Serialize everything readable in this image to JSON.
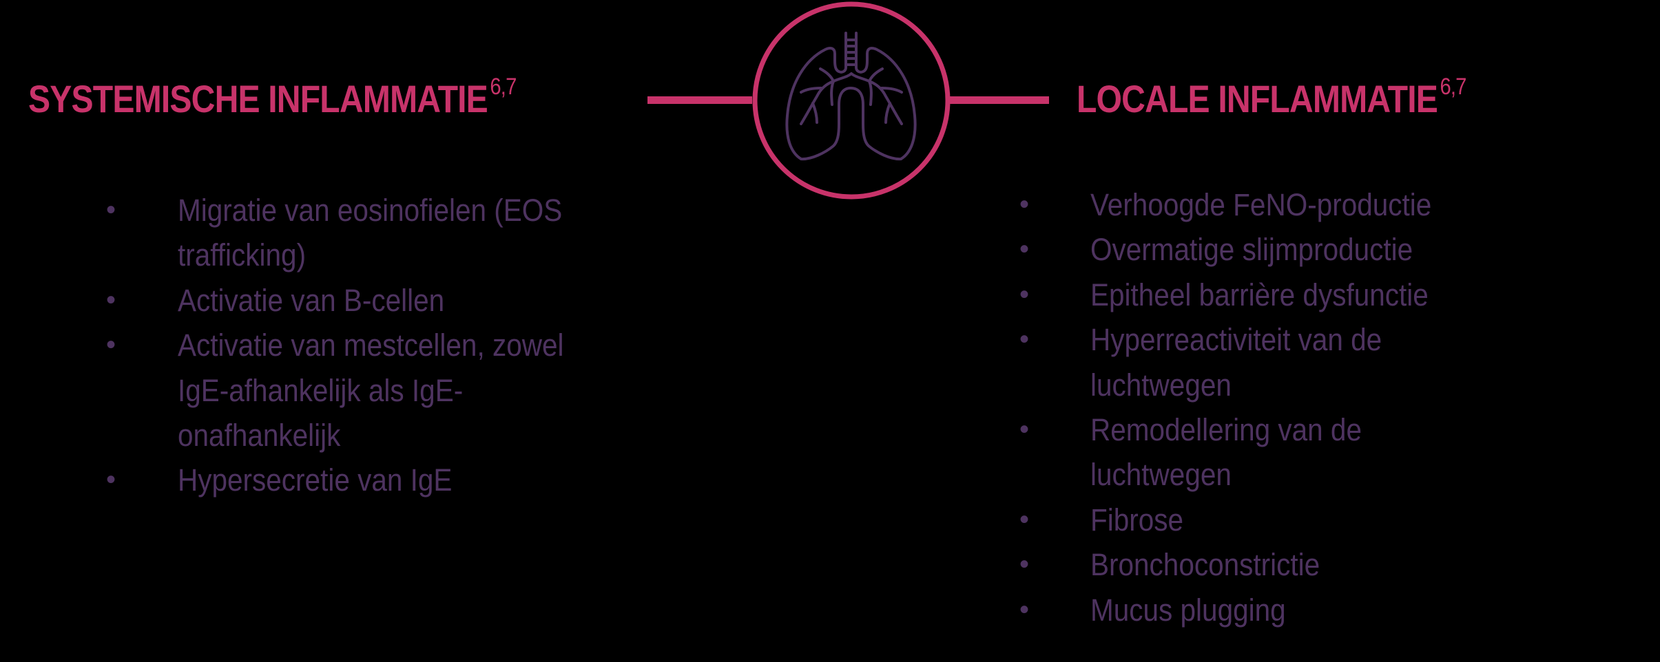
{
  "colors": {
    "background": "#000000",
    "accent_pink": "#C8336A",
    "text_purple": "#4E3360"
  },
  "left_panel": {
    "title": "SYSTEMISCHE INFLAMMATIE",
    "title_sup": "6,7",
    "bullet_glyph": "•",
    "items": [
      "Migratie van eosinofielen (EOS\ntrafficking)",
      "Activatie van B-cellen",
      "Activatie van mestcellen, zowel\nIgE-afhankelijk als IgE-\nonafhankelijk",
      "Hypersecretie van IgE"
    ]
  },
  "right_panel": {
    "title": "LOCALE INFLAMMATIE",
    "title_sup": "6,7",
    "bullet_glyph": "•",
    "items": [
      "Verhoogde FeNO-productie",
      "Overmatige slijmproductie",
      "Epitheel barrière dysfunctie",
      "Hyperreactiviteit van de\nluchtwegen",
      "Remodellering van de\nluchtwegen",
      "Fibrose",
      "Bronchoconstrictie",
      "Mucus plugging"
    ]
  },
  "center_icon": {
    "name": "lungs-icon",
    "frame": "circle"
  }
}
